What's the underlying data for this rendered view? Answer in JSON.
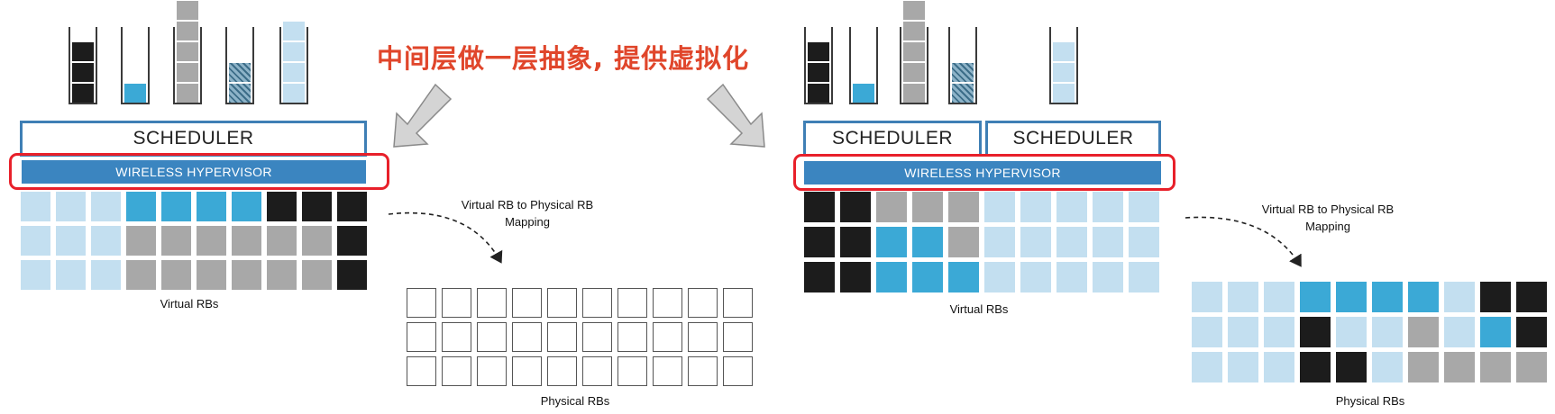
{
  "heading": "中间层做一层抽象, 提供虚拟化",
  "colors": {
    "light": "#c3dff0",
    "blue": "#3ba9d6",
    "gray": "#a8a8a8",
    "black": "#1c1c1c",
    "hatch": "#5c8faa",
    "empty": "#ffffff",
    "accent_red": "#e8202a",
    "hypervisor_blue": "#3b85c0"
  },
  "left": {
    "queues": [
      {
        "fill": [
          "black",
          "black",
          "black"
        ]
      },
      {
        "fill": [
          "blue"
        ]
      },
      {
        "fill": [
          "gray",
          "gray",
          "gray",
          "gray",
          "gray"
        ]
      },
      {
        "fill": [
          "hatch",
          "hatch"
        ]
      },
      {
        "fill": [
          "light",
          "light",
          "light",
          "light"
        ]
      }
    ],
    "schedulers": [
      "SCHEDULER"
    ],
    "hypervisor": "WIRELESS HYPERVISOR",
    "virtual_label": "Virtual RBs",
    "virtual_grid": [
      [
        "light",
        "light",
        "light",
        "blue",
        "blue",
        "blue",
        "blue",
        "black",
        "black",
        "black"
      ],
      [
        "light",
        "light",
        "light",
        "gray",
        "gray",
        "gray",
        "gray",
        "gray",
        "gray",
        "black"
      ],
      [
        "light",
        "light",
        "light",
        "gray",
        "gray",
        "gray",
        "gray",
        "gray",
        "gray",
        "black"
      ]
    ],
    "mapping_label_line1": "Virtual RB to Physical RB",
    "mapping_label_line2": "Mapping",
    "physical_label": "Physical RBs",
    "physical_grid": [
      [
        "empty",
        "empty",
        "empty",
        "empty",
        "empty",
        "empty",
        "empty",
        "empty",
        "empty",
        "empty"
      ],
      [
        "empty",
        "empty",
        "empty",
        "empty",
        "empty",
        "empty",
        "empty",
        "empty",
        "empty",
        "empty"
      ],
      [
        "empty",
        "empty",
        "empty",
        "empty",
        "empty",
        "empty",
        "empty",
        "empty",
        "empty",
        "empty"
      ]
    ]
  },
  "right": {
    "queues": [
      {
        "fill": [
          "black",
          "black",
          "black"
        ]
      },
      {
        "fill": [
          "blue"
        ]
      },
      {
        "fill": [
          "gray",
          "gray",
          "gray",
          "gray",
          "gray"
        ]
      },
      {
        "fill": [
          "hatch",
          "hatch"
        ]
      },
      {
        "fill": [
          "light",
          "light",
          "light"
        ]
      }
    ],
    "schedulers": [
      "SCHEDULER",
      "SCHEDULER"
    ],
    "hypervisor": "WIRELESS HYPERVISOR",
    "virtual_label": "Virtual RBs",
    "virtual_grid": [
      [
        "black",
        "black",
        "gray",
        "gray",
        "gray",
        "light",
        "light",
        "light",
        "light",
        "light"
      ],
      [
        "black",
        "black",
        "blue",
        "blue",
        "gray",
        "light",
        "light",
        "light",
        "light",
        "light"
      ],
      [
        "black",
        "black",
        "blue",
        "blue",
        "blue",
        "light",
        "light",
        "light",
        "light",
        "light"
      ]
    ],
    "mapping_label_line1": "Virtual RB to Physical RB",
    "mapping_label_line2": "Mapping",
    "physical_label": "Physical RBs",
    "physical_grid": [
      [
        "light",
        "light",
        "light",
        "blue",
        "blue",
        "blue",
        "blue",
        "light",
        "black",
        "black"
      ],
      [
        "light",
        "light",
        "light",
        "black",
        "light",
        "light",
        "gray",
        "light",
        "blue",
        "black"
      ],
      [
        "light",
        "light",
        "light",
        "black",
        "black",
        "light",
        "gray",
        "gray",
        "gray",
        "gray"
      ]
    ]
  }
}
